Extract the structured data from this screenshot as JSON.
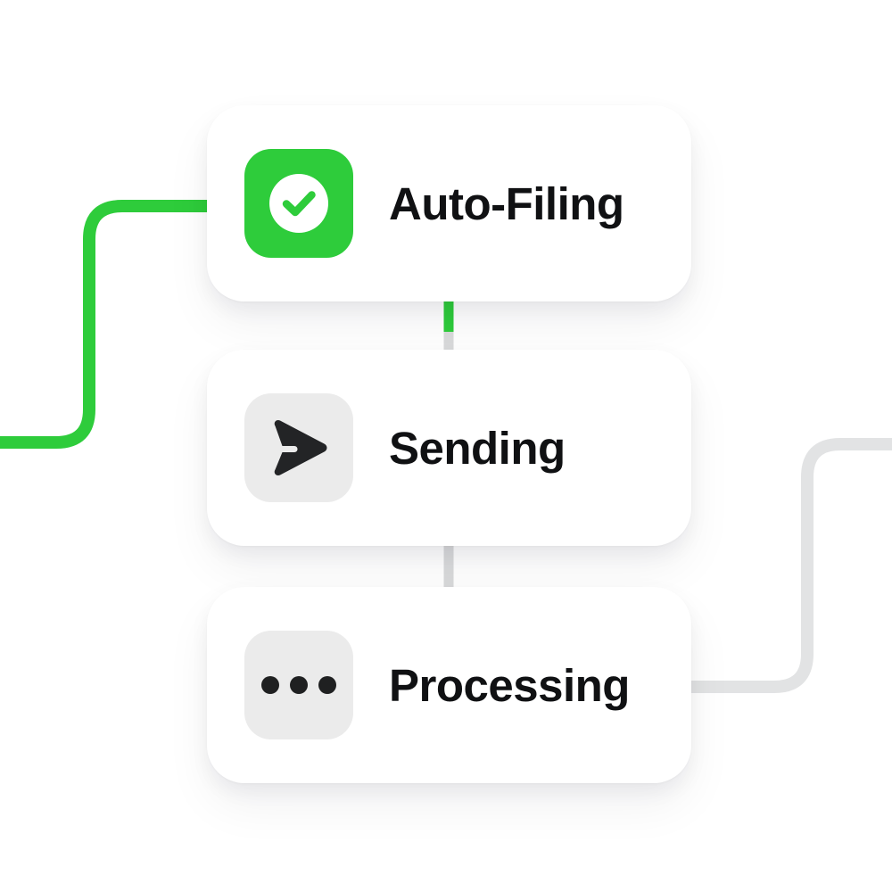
{
  "meta": {
    "background_color": "#FFFFFF",
    "accent_green": "#2ECC3B",
    "neutral_grey": "#E2E3E4",
    "icon_tile_grey": "#EBEBEB",
    "icon_dark": "#1F2021",
    "text_color": "#101113",
    "card_background": "#FFFFFF"
  },
  "flow": {
    "steps": [
      {
        "id": "auto-filing",
        "label": "Auto-Filing",
        "icon": "check-circle-icon",
        "icon_state": "active",
        "icon_tile_color": "#2ECC3B",
        "icon_glyph_color": "#FFFFFF"
      },
      {
        "id": "sending",
        "label": "Sending",
        "icon": "send-arrow-icon",
        "icon_state": "inactive",
        "icon_tile_color": "#EBEBEB",
        "icon_glyph_color": "#1F2021"
      },
      {
        "id": "processing",
        "label": "Processing",
        "icon": "three-dots-icon",
        "icon_state": "inactive",
        "icon_tile_color": "#EBEBEB",
        "icon_glyph_color": "#1F2021"
      }
    ],
    "connectors": [
      {
        "id": "inbound-left-connector",
        "color": "#2ECC3B",
        "state": "active",
        "from": "left-edge",
        "to": "auto-filing"
      },
      {
        "id": "auto-filing-to-sending-connector",
        "color_top": "#2ECC3B",
        "color_bottom": "#D9DADB",
        "state": "partial",
        "from": "auto-filing",
        "to": "sending"
      },
      {
        "id": "sending-to-processing-connector",
        "color": "#D9DADB",
        "state": "inactive",
        "from": "sending",
        "to": "processing"
      },
      {
        "id": "outbound-right-connector",
        "color": "#E2E3E4",
        "state": "inactive",
        "from": "processing",
        "to": "right-edge"
      }
    ]
  }
}
